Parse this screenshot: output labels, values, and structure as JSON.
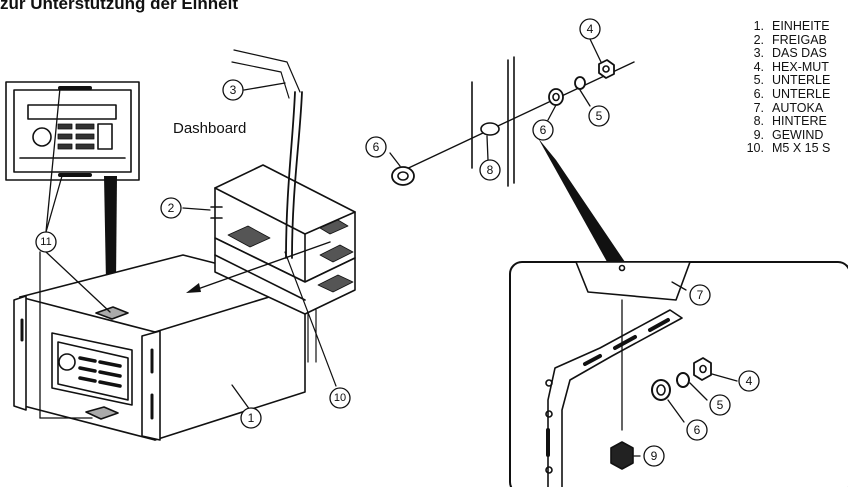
{
  "title": "zur Unterstützung der Einheit",
  "dashboard_label": "Dashboard",
  "legend": [
    {
      "num": "1.",
      "text": "EINHEITE"
    },
    {
      "num": "2.",
      "text": "FREIGAB"
    },
    {
      "num": "3.",
      "text": "DAS DAS"
    },
    {
      "num": "4.",
      "text": "HEX-MUT"
    },
    {
      "num": "5.",
      "text": "UNTERLE"
    },
    {
      "num": "6.",
      "text": "UNTERLE"
    },
    {
      "num": "7.",
      "text": "AUTOKA"
    },
    {
      "num": "8.",
      "text": "HINTERE"
    },
    {
      "num": "9.",
      "text": "GEWIND"
    },
    {
      "num": "10.",
      "text": "M5 X 15 S"
    }
  ],
  "callouts": {
    "c1": "1",
    "c2": "2",
    "c3": "3",
    "c4": "4",
    "c4b": "4",
    "c5": "5",
    "c5b": "5",
    "c6": "6",
    "c6b": "6",
    "c6c": "6",
    "c7": "7",
    "c8": "8",
    "c9": "9",
    "c10": "10",
    "c11": "11"
  }
}
